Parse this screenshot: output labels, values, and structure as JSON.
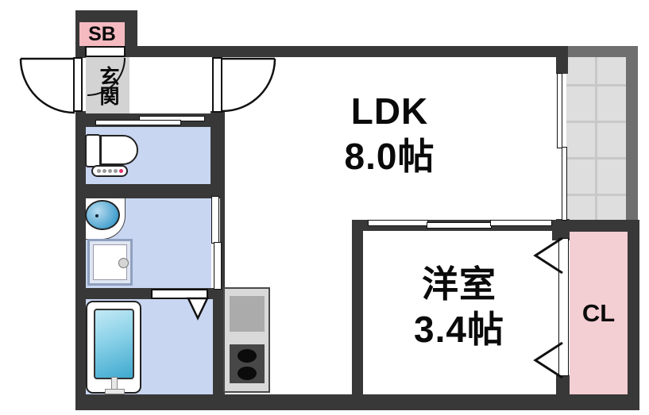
{
  "plan_labels": {
    "shoe_box": "SB",
    "entrance": "玄関",
    "ldk_name": "LDK",
    "ldk_area": "8.0帖",
    "western_room_name": "洋室",
    "western_room_area": "3.4帖",
    "closet": "CL"
  },
  "colors": {
    "wall": "#383838",
    "wet_area_floor": "#c9d6f1",
    "entrance_floor": "#d3d3d3",
    "shoe_box_bg": "#f5bac0",
    "closet_bg": "#f3ced3",
    "balcony_tile": "#dedede",
    "balcony_grid_line": "#c8c8c8",
    "balcony_rail": "#6f6f6f",
    "bathtub_water": "#4fb5d9",
    "sink_bowl": "#4aa3cf",
    "stove_top": "#474747",
    "stove_burner": "#0b0b0b"
  }
}
